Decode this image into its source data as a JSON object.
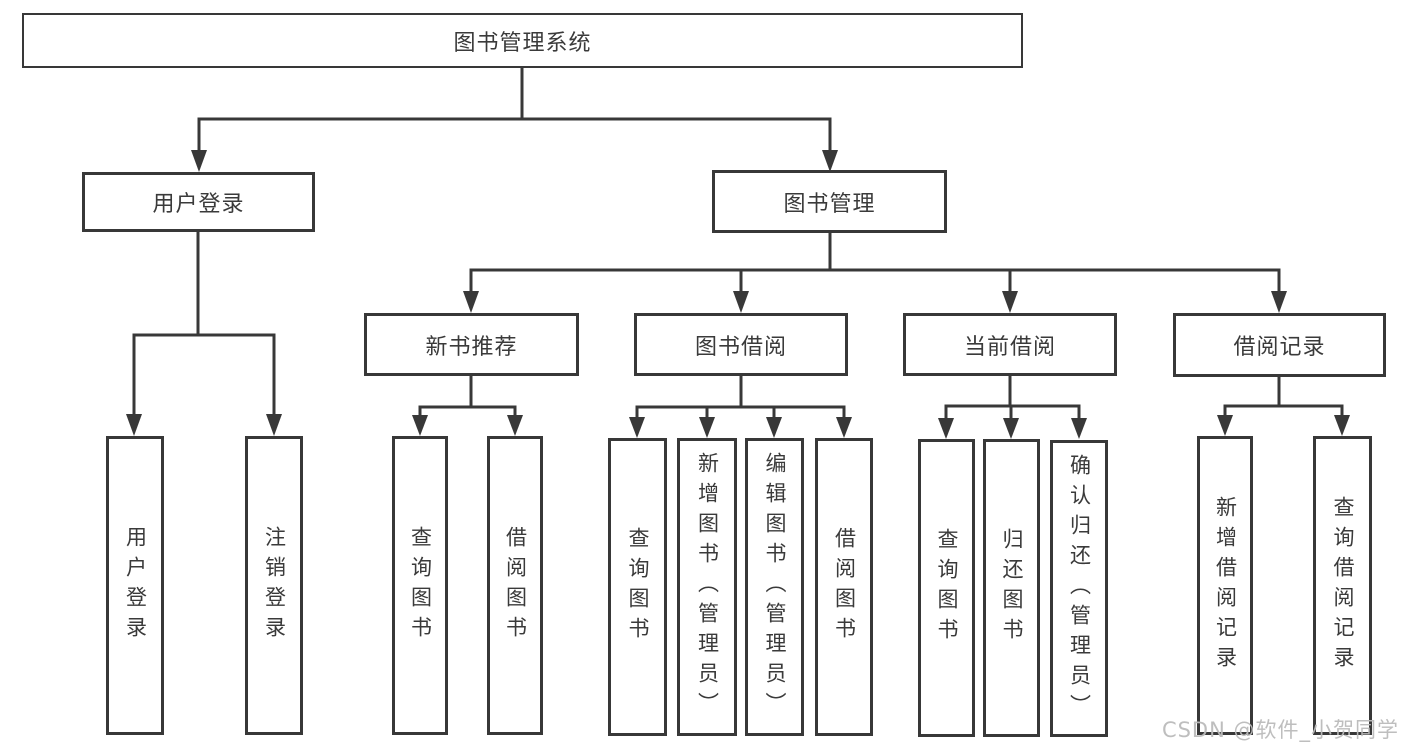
{
  "nodes": {
    "root": "图书管理系统",
    "user_login": "用户登录",
    "book_management": "图书管理",
    "login": "用户登录",
    "logout": "注销登录",
    "new_book_recommend": "新书推荐",
    "book_borrow": "图书借阅",
    "current_borrow": "当前借阅",
    "borrow_record": "借阅记录",
    "nb_query_book": "查询图书",
    "nb_borrow_book": "借阅图书",
    "bb_query_book": "查询图书",
    "bb_add_book": "新增图书（管理员）",
    "bb_edit_book": "编辑图书（管理员）",
    "bb_borrow_book": "借阅图书",
    "cb_query_book": "查询图书",
    "cb_return_book": "归还图书",
    "cb_confirm_return": "确认归还（管理员）",
    "br_add_record": "新增借阅记录",
    "br_query_record": "查询借阅记录"
  },
  "hierarchy": {
    "图书管理系统": {
      "用户登录": [
        "用户登录",
        "注销登录"
      ],
      "图书管理": {
        "新书推荐": [
          "查询图书",
          "借阅图书"
        ],
        "图书借阅": [
          "查询图书",
          "新增图书（管理员）",
          "编辑图书（管理员）",
          "借阅图书"
        ],
        "当前借阅": [
          "查询图书",
          "归还图书",
          "确认归还（管理员）"
        ],
        "借阅记录": [
          "新增借阅记录",
          "查询借阅记录"
        ]
      }
    }
  },
  "watermark": {
    "text": "CSDN @软件_小贺同学"
  },
  "colors": {
    "line": "#383838",
    "text": "#3a3a3a",
    "background": "#ffffff",
    "watermark": "#bababa"
  }
}
